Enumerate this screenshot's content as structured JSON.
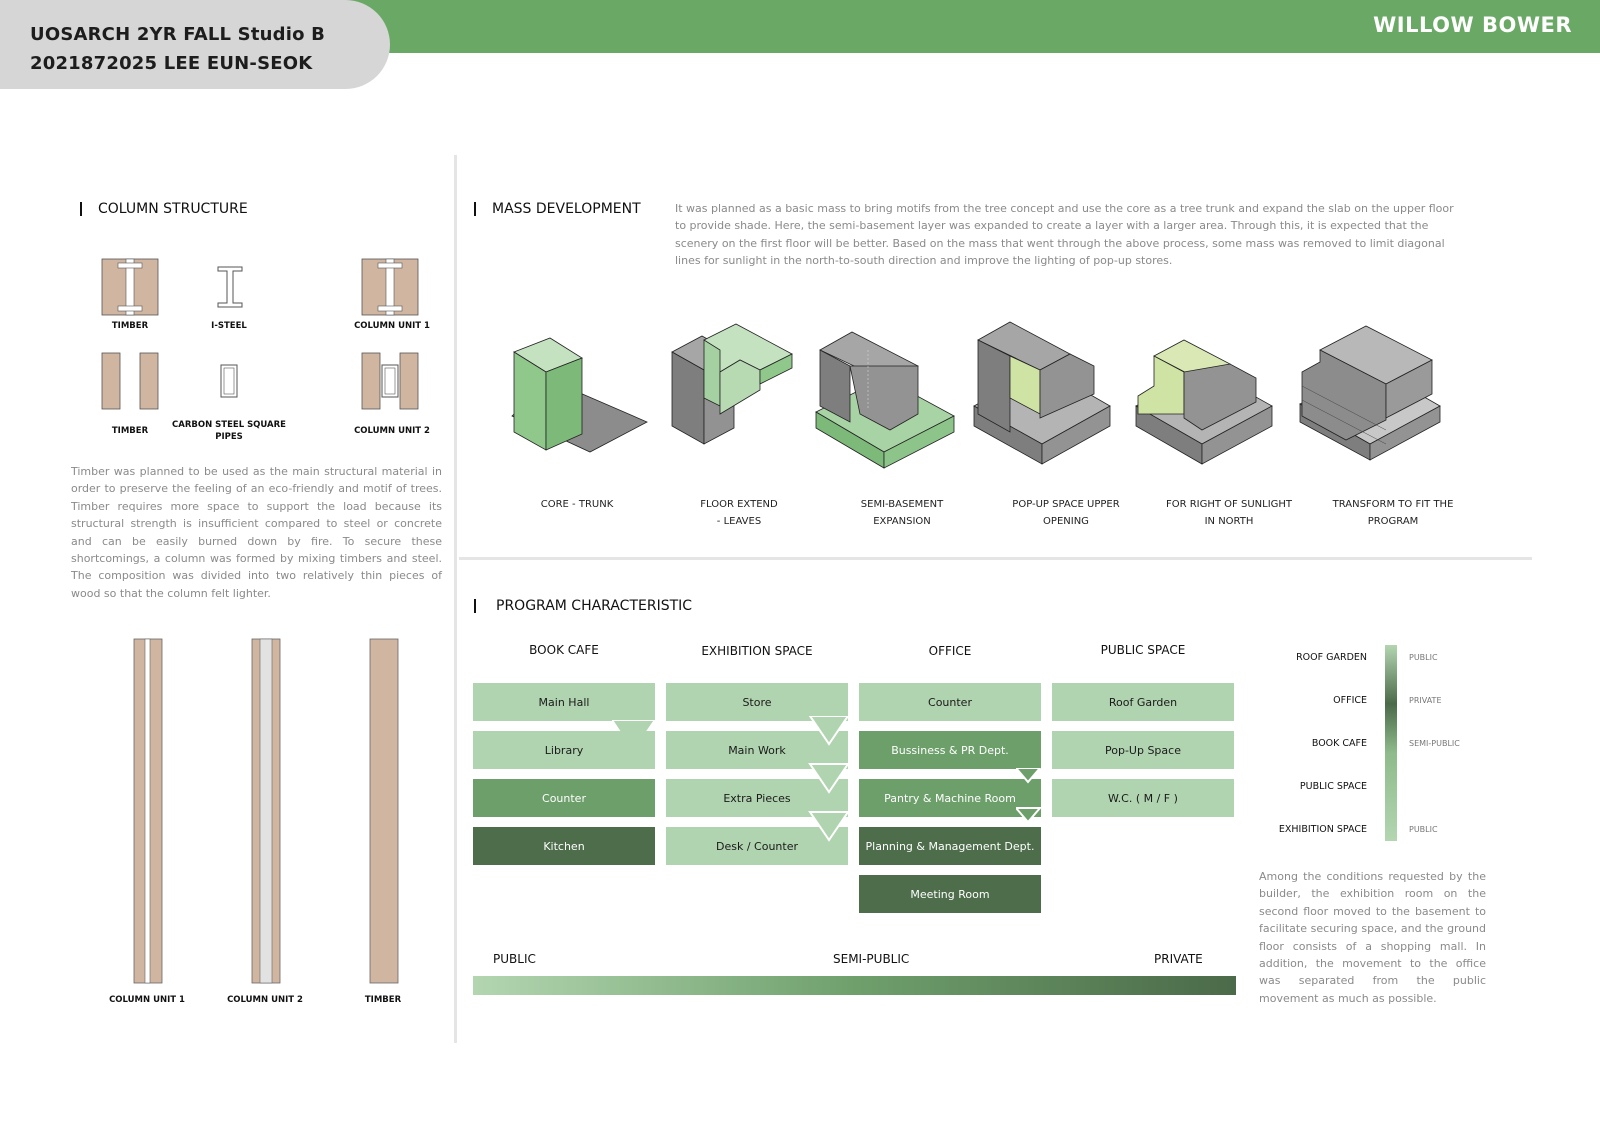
{
  "header": {
    "title_line1": "UOSARCH 2YR FALL Studio B",
    "title_line2": "2021872025 LEE EUN-SEOK",
    "project_name": "WILLOW BOWER"
  },
  "colors": {
    "brand_green": "#6aa965",
    "light_green": "#b1d4b0",
    "mid_green": "#6c9f6a",
    "dark_green": "#4d6d4b",
    "timber": "#d0b5a0"
  },
  "column_structure": {
    "heading": "COLUMN STRUCTURE",
    "sections": [
      "TIMBER",
      "I-STEEL",
      "COLUMN UNIT 1",
      "TIMBER",
      "CARBON STEEL SQUARE PIPES",
      "COLUMN UNIT 2"
    ],
    "description": "Timber was planned to be used as the main structural material in order to preserve the feeling of an eco-friendly and motif of trees. Timber requires more space to support the load because its structural strength is insufficient compared to steel or concrete and can be easily burned down by fire. To secure these shortcomings, a column was formed by mixing timbers and steel. The composition was divided into two relatively thin pieces of wood so that the column felt lighter.",
    "elevations": [
      "COLUMN UNIT 1",
      "COLUMN UNIT 2",
      "TIMBER"
    ]
  },
  "mass_development": {
    "heading": "MASS DEVELOPMENT",
    "description": "It was planned as a basic mass to bring motifs from the tree concept and use the core as a tree trunk and expand the slab on the upper floor to provide shade. Here, the semi-basement layer was expanded to create a layer with a larger area. Through this, it is expected that the scenery on the first floor will be better. Based on the mass that went through the above process, some mass was removed to limit diagonal lines for sunlight in the north-to-south direction and improve the lighting of pop-up stores.",
    "steps": [
      {
        "line1": "CORE - TRUNK",
        "line2": ""
      },
      {
        "line1": "FLOOR EXTEND",
        "line2": "- LEAVES"
      },
      {
        "line1": "SEMI-BASEMENT",
        "line2": "EXPANSION"
      },
      {
        "line1": "POP-UP SPACE UPPER",
        "line2": "OPENING"
      },
      {
        "line1": "FOR RIGHT OF SUNLIGHT",
        "line2": "IN NORTH"
      },
      {
        "line1": "TRANSFORM TO FIT THE",
        "line2": "PROGRAM"
      }
    ]
  },
  "program": {
    "heading": "PROGRAM CHARACTERISTIC",
    "columns": [
      {
        "title": "BOOK CAFE",
        "items": [
          "Main Hall",
          "Library",
          "Counter",
          "Kitchen"
        ]
      },
      {
        "title": "EXHIBITION SPACE",
        "items": [
          "Store",
          "Main Work",
          "Extra Pieces",
          "Desk / Counter"
        ]
      },
      {
        "title": "OFFICE",
        "items": [
          "Counter",
          "Bussiness & PR Dept.",
          "Pantry & Machine Room",
          "Planning & Management Dept.",
          "Meeting Room"
        ]
      },
      {
        "title": "PUBLIC SPACE",
        "items": [
          "Roof Garden",
          "Pop-Up Space",
          "W.C. ( M / F )"
        ]
      }
    ],
    "gradient": {
      "left": "PUBLIC",
      "mid": "SEMI-PUBLIC",
      "right": "PRIVATE"
    },
    "scale": {
      "floors": [
        "ROOF GARDEN",
        "OFFICE",
        "BOOK CAFE",
        "PUBLIC SPACE",
        "EXHIBITION SPACE"
      ],
      "levels": [
        "PUBLIC",
        "PRIVATE",
        "SEMI-PUBLIC",
        "",
        "PUBLIC"
      ]
    },
    "note": "Among the conditions requested by the builder, the exhibition room on the second floor moved to the basement to facilitate securing space, and the ground floor consists of a shopping mall. In addition, the movement to the office was separated from the public movement as much as possible."
  }
}
